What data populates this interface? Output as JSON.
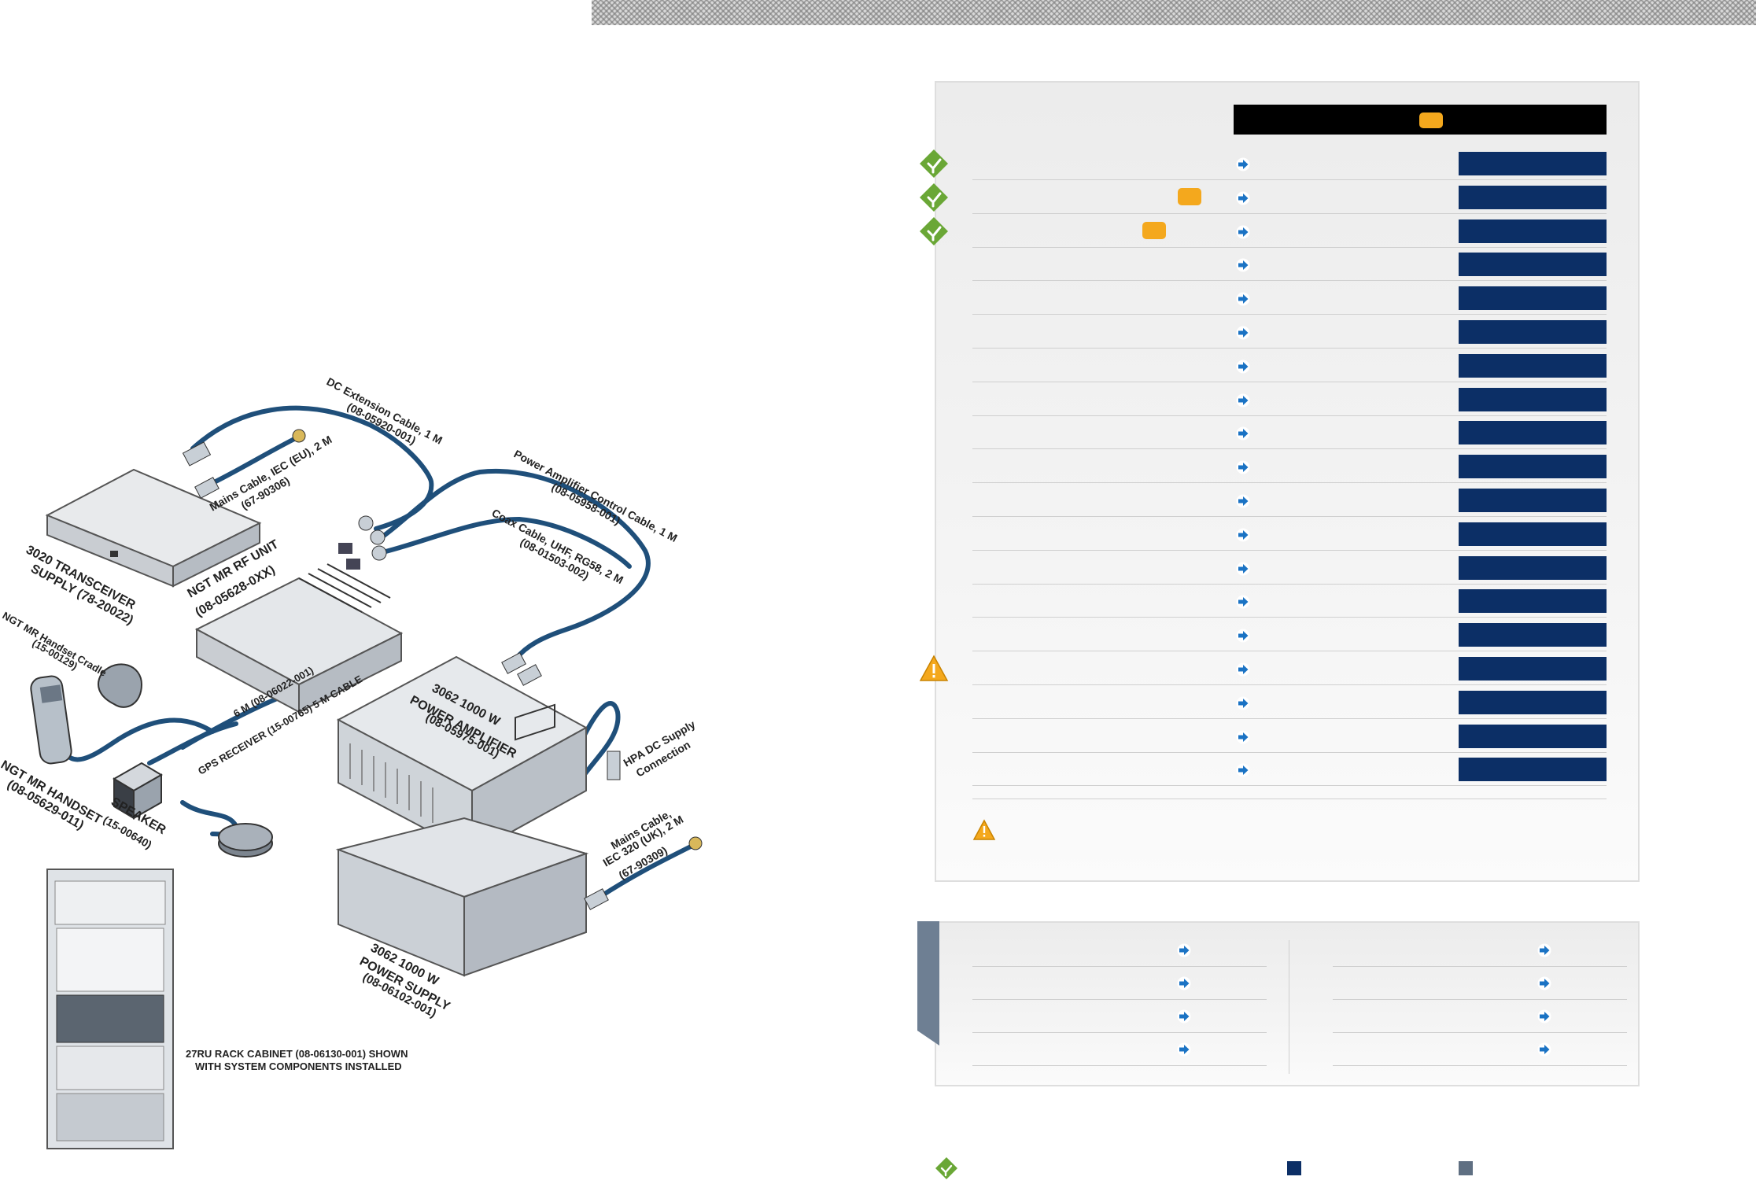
{
  "colors": {
    "navy": "#0c2f66",
    "slate": "#5f6f82",
    "orange": "#f4a81d",
    "green": "#6aa736",
    "cable": "#1f4f7a",
    "warning": "#f4a81d"
  },
  "icons": {
    "row_arrow": "arrow-right-icon",
    "side_check": "green-diamond-check-icon",
    "side_warning": "warning-triangle-icon"
  },
  "diagram": {
    "labels": {
      "dc_ext": "DC Extension Cable, 1 M",
      "dc_ext_pn": "(08-05920-001)",
      "pa_ctrl": "Power Amplifier Control Cable, 1 M",
      "pa_ctrl_pn": "(08-05958-001)",
      "coax": "Coax Cable, UHF, RG58, 2 M",
      "coax_pn": "(08-01503-002)",
      "mains_eu": "Mains Cable, IEC (EU), 2 M",
      "mains_eu_pn": "(67-90306)",
      "transceiver": "3020 TRANSCEIVER",
      "transceiver_pn": "SUPPLY (78-20022)",
      "rf_unit": "NGT MR RF UNIT",
      "rf_unit_pn": "(08-05628-0XX)",
      "cradle": "NGT MR Handset Cradle",
      "cradle_pn": "(15-00129)",
      "handset": "NGT MR HANDSET",
      "handset_pn": "(08-05629-011)",
      "speaker": "SPEAKER",
      "speaker_pn": "(15-00640)",
      "gps_cable": "6 M (08-06022-001)",
      "gps": "GPS RECEIVER (15-00765) 5 M CABLE",
      "pa_title": "3062 1000 W",
      "pa_title2": "POWER AMPLIFIER",
      "pa_pn": "(08-05975-001)",
      "hpa": "HPA DC Supply",
      "hpa2": "Connection",
      "mains_uk": "Mains Cable,",
      "mains_uk2": "IEC 320 (UK), 2 M",
      "mains_uk_pn": "(67-90309)",
      "ps_title": "3062 1000 W",
      "ps_title2": "POWER SUPPLY",
      "ps_pn": "(08-06102-001)",
      "rack": "27RU RACK CABINET (08-06130-001) SHOWN",
      "rack2": "WITH SYSTEM COMPONENTS INSTALLED"
    }
  },
  "table": {
    "header_title": "",
    "rows": [
      {
        "label": "",
        "text": "",
        "bar": "",
        "side": "check",
        "badge": false
      },
      {
        "label": "",
        "text": "",
        "bar": "",
        "side": "check",
        "badge": true
      },
      {
        "label": "",
        "text": "",
        "bar": "",
        "side": "check",
        "badge": true
      },
      {
        "label": "",
        "text": "",
        "bar": "",
        "side": "",
        "badge": false
      },
      {
        "label": "",
        "text": "",
        "bar": "",
        "side": "",
        "badge": false
      },
      {
        "label": "",
        "text": "",
        "bar": "",
        "side": "",
        "badge": false
      },
      {
        "label": "",
        "text": "",
        "bar": "",
        "side": "",
        "badge": false
      },
      {
        "label": "",
        "text": "",
        "bar": "",
        "side": "",
        "badge": false
      },
      {
        "label": "",
        "text": "",
        "bar": "",
        "side": "",
        "badge": false
      },
      {
        "label": "",
        "text": "",
        "bar": "",
        "side": "",
        "badge": false
      },
      {
        "label": "",
        "text": "",
        "bar": "",
        "side": "",
        "badge": false
      },
      {
        "label": "",
        "text": "",
        "bar": "",
        "side": "",
        "badge": false
      },
      {
        "label": "",
        "text": "",
        "bar": "",
        "side": "",
        "badge": false
      },
      {
        "label": "",
        "text": "",
        "bar": "",
        "side": "",
        "badge": false
      },
      {
        "label": "",
        "text": "",
        "bar": "",
        "side": "",
        "badge": false
      },
      {
        "label": "",
        "text": "",
        "bar": "",
        "side": "warning",
        "badge": false
      },
      {
        "label": "",
        "text": "",
        "bar": "",
        "side": "",
        "badge": false
      },
      {
        "label": "",
        "text": "",
        "bar": "",
        "side": "",
        "badge": false
      },
      {
        "label": "",
        "text": "",
        "bar": "",
        "side": "",
        "badge": false
      }
    ],
    "note": ""
  },
  "accessories": {
    "left": [
      {
        "label": "",
        "text": ""
      },
      {
        "label": "",
        "text": ""
      },
      {
        "label": "",
        "text": ""
      },
      {
        "label": "",
        "text": ""
      }
    ],
    "right": [
      {
        "label": "",
        "text": ""
      },
      {
        "label": "",
        "text": ""
      },
      {
        "label": "",
        "text": ""
      },
      {
        "label": "",
        "text": ""
      }
    ]
  },
  "legend": {
    "check": "",
    "navy": "",
    "slate": ""
  }
}
